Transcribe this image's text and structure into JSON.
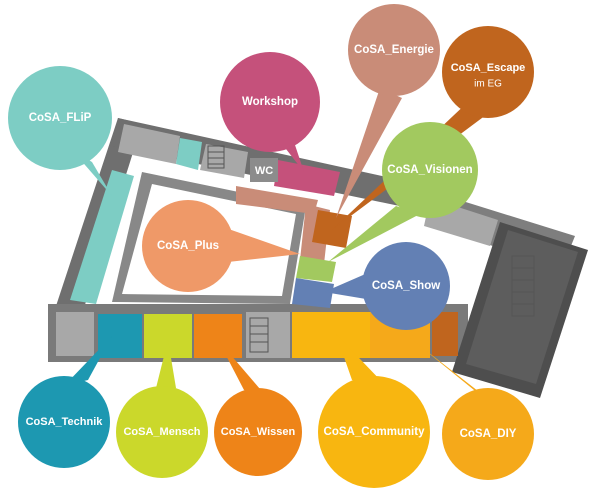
{
  "map": {
    "wc_label": "WC",
    "zones": [
      {
        "id": "flip",
        "label": "CoSA_FLiP",
        "color": "#7dcdc4"
      },
      {
        "id": "workshop",
        "label": "Workshop",
        "color": "#c5517b"
      },
      {
        "id": "energie",
        "label": "CoSA_Energie",
        "color": "#c98c78"
      },
      {
        "id": "escape",
        "label": "CoSA_Escape",
        "sublabel": "im EG",
        "color": "#c0651e"
      },
      {
        "id": "visionen",
        "label": "CoSA_Visionen",
        "color": "#a2c95f"
      },
      {
        "id": "plus",
        "label": "CoSA_Plus",
        "color": "#ef9968"
      },
      {
        "id": "show",
        "label": "CoSA_Show",
        "color": "#6380b4"
      },
      {
        "id": "technik",
        "label": "CoSA_Technik",
        "color": "#1d98b1"
      },
      {
        "id": "mensch",
        "label": "CoSA_Mensch",
        "color": "#cbd82b"
      },
      {
        "id": "wissen",
        "label": "CoSA_Wissen",
        "color": "#ee8418"
      },
      {
        "id": "community",
        "label": "CoSA_Community",
        "color": "#f8b610"
      },
      {
        "id": "diy",
        "label": "CoSA_DIY",
        "color": "#f5a91a"
      }
    ]
  }
}
